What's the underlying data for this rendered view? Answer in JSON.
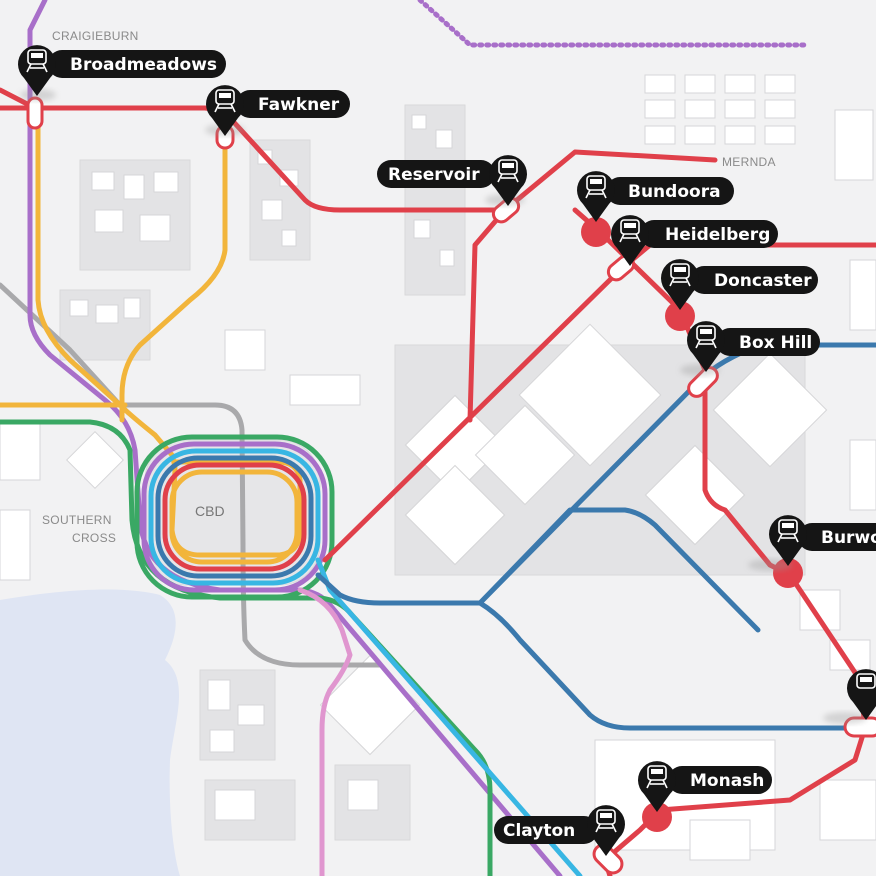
{
  "map": {
    "cbd_label": "CBD",
    "areas": [
      {
        "name": "craigieburn",
        "label": "CRAIGIEBURN"
      },
      {
        "name": "mernda",
        "label": "MERNDA"
      },
      {
        "name": "southern-cross-1",
        "label": "SOUTHERN"
      },
      {
        "name": "southern-cross-2",
        "label": "CROSS"
      }
    ],
    "stations": [
      {
        "name": "broadmeadows",
        "label": "Broadmeadows"
      },
      {
        "name": "fawkner",
        "label": "Fawkner"
      },
      {
        "name": "reservoir",
        "label": "Reservoir"
      },
      {
        "name": "bundoora",
        "label": "Bundoora"
      },
      {
        "name": "heidelberg",
        "label": "Heidelberg"
      },
      {
        "name": "doncaster",
        "label": "Doncaster"
      },
      {
        "name": "box-hill",
        "label": "Box Hill"
      },
      {
        "name": "burwood",
        "label": "Burwo"
      },
      {
        "name": "monash",
        "label": "Monash"
      },
      {
        "name": "clayton",
        "label": "Clayton"
      }
    ],
    "line_colors": {
      "red": "#e0404a",
      "yellow": "#f2b53b",
      "purple": "#a86fc9",
      "green": "#3aa864",
      "cyan": "#38b6e3",
      "blue": "#3b79ad",
      "pink": "#e096cf",
      "grey": "#a9a9ab"
    },
    "icon": "train-icon"
  }
}
